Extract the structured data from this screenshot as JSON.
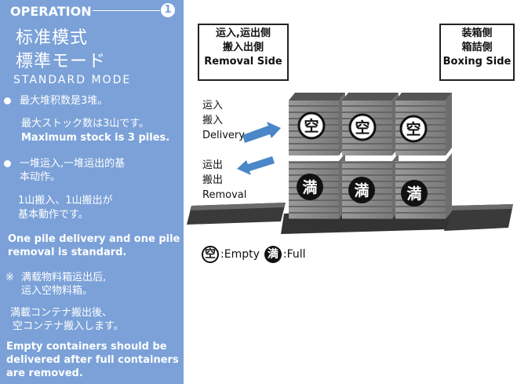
{
  "sidebar": {
    "operation": "OPERATION",
    "number": "1",
    "title_zh": "标准模式",
    "title_ja": "標準モード",
    "title_en": "STANDARD MODE",
    "b1_zh": "最大堆积数是3堆。",
    "b1_ja": "最大ストック数は3山です。",
    "b1_en": "Maximum stock is 3 piles.",
    "b2_zh_1": "一堆运入,一堆运出的基",
    "b2_zh_2": "本动作。",
    "b2_ja_1": "1山搬入、1山搬出が",
    "b2_ja_2": "基本動作です。",
    "b2_en_1": "One pile delivery and one pile",
    "b2_en_2": "removal is standard.",
    "note_mark": "※",
    "note_zh_1": "满载物料箱运出后,",
    "note_zh_2": "运入空物料箱。",
    "note_ja_1": "満載コンテナ搬出後、",
    "note_ja_2": "空コンテナ搬入します。",
    "note_en_1": "Empty containers should be",
    "note_en_2": "delivered after full containers",
    "note_en_3": "are removed."
  },
  "diagram": {
    "removal_box": {
      "zh": "运入,运出侧",
      "ja": "搬入出側",
      "en": "Removal Side"
    },
    "boxing_box": {
      "zh": "装箱侧",
      "ja": "箱詰側",
      "en": "Boxing Side"
    },
    "delivery_label": {
      "zh": "运入",
      "ja": "搬入",
      "en": "Delivery"
    },
    "removal_label": {
      "zh": "运出",
      "ja": "搬出",
      "en": "Removal"
    },
    "empty_char": "空",
    "full_char": "満",
    "legend_empty": ":Empty",
    "legend_full": ":Full",
    "colors": {
      "panel": "#7ba1d8",
      "arrow": "#4a86c8",
      "stack": "#8c8c8c",
      "conveyor": "#3a3a3a"
    }
  }
}
